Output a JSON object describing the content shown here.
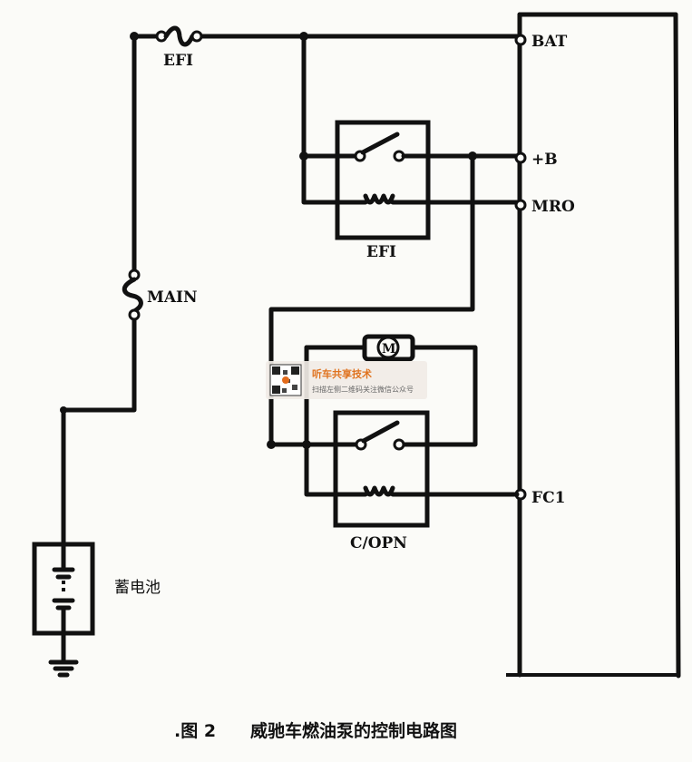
{
  "labels": {
    "bat": "BAT",
    "plus_b": "+B",
    "mro": "MRO",
    "fc1": "FC1",
    "efi_fuse": "EFI",
    "main_fuse": "MAIN",
    "efi_relay": "EFI",
    "copn_relay": "C/OPN",
    "motor": "M",
    "battery": "蓄电池"
  },
  "caption": {
    "number": ".图 2",
    "title": "威驰车燃油泵的控制电路图"
  },
  "watermark": {
    "title": "听车共享技术",
    "subtitle": "扫描左侧二维码关注微信公众号"
  }
}
